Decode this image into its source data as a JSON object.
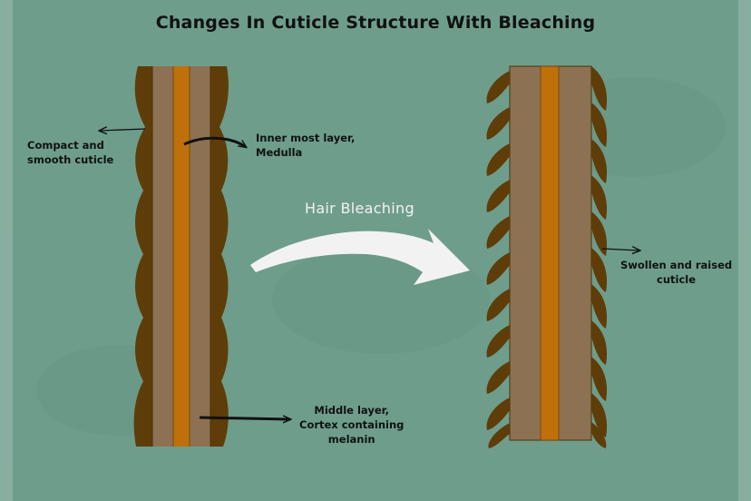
{
  "title": "Changes In Cuticle Structure With Bleaching",
  "process_label": "Hair Bleaching",
  "labels": {
    "compact_cuticle": [
      "Compact and",
      "smooth cuticle"
    ],
    "medulla": [
      "Inner most layer,",
      "Medulla"
    ],
    "cortex": [
      "Middle layer,",
      "Cortex containing",
      "melanin"
    ],
    "raised_cuticle": [
      "Swollen and raised",
      "cuticle"
    ]
  },
  "colors": {
    "background": "#6e9d8c",
    "cuticle": "#5e3d08",
    "cortex": "#8c7252",
    "medulla": "#c0700a",
    "arrow": "#f2f2f2",
    "text": "#111111"
  }
}
